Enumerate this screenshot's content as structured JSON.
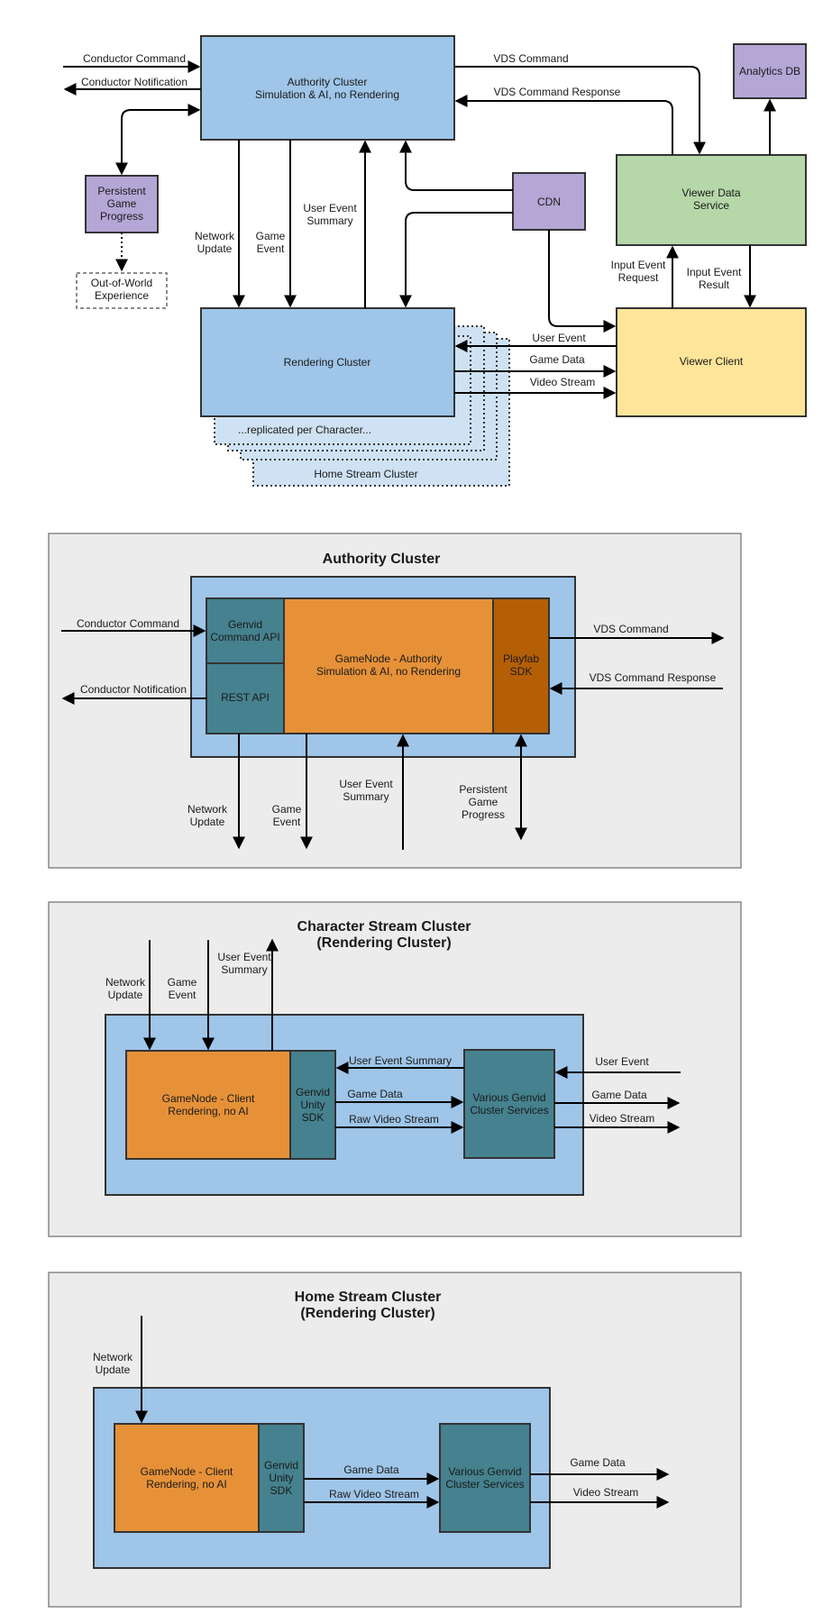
{
  "colors": {
    "cluster_blue": "#9fc5e8",
    "replica_blue": "#cfe2f3",
    "purple": "#b4a7d6",
    "green": "#b6d7a8",
    "yellow": "#ffe599",
    "orange": "#e69138",
    "dark_orange": "#b45f06",
    "teal": "#45818e",
    "panel_gray": "#ececec"
  },
  "overview": {
    "authority_cluster": [
      "Authority Cluster",
      "Simulation & AI, no Rendering"
    ],
    "rendering_cluster": "Rendering Cluster",
    "replicated_label": "...replicated per Character...",
    "home_stream_cluster": "Home Stream Cluster",
    "persistent_progress": [
      "Persistent",
      "Game",
      "Progress"
    ],
    "out_of_world": [
      "Out-of-World",
      "Experience"
    ],
    "cdn": "CDN",
    "analytics_db": "Analytics DB",
    "viewer_data_service": [
      "Viewer Data",
      "Service"
    ],
    "viewer_client": "Viewer Client",
    "conductor_command": "Conductor Command",
    "conductor_notification": "Conductor Notification",
    "vds_command": "VDS Command",
    "vds_command_response": "VDS Command Response",
    "network_update": [
      "Network",
      "Update"
    ],
    "game_event": [
      "Game",
      "Event"
    ],
    "user_event_summary": [
      "User Event",
      "Summary"
    ],
    "input_event_request": [
      "Input Event",
      "Request"
    ],
    "input_event_result": [
      "Input Event",
      "Result"
    ],
    "user_event": "User Event",
    "game_data": "Game Data",
    "video_stream": "Video Stream"
  },
  "authority_panel": {
    "title": "Authority Cluster",
    "genvid_command_api": [
      "Genvid",
      "Command API"
    ],
    "rest_api": "REST API",
    "gamenode": [
      "GameNode - Authority",
      "Simulation & AI, no Rendering"
    ],
    "playfab_sdk": [
      "Playfab",
      "SDK"
    ],
    "conductor_command": "Conductor Command",
    "conductor_notification": "Conductor Notification",
    "vds_command": "VDS Command",
    "vds_command_response": "VDS Command Response",
    "network_update": [
      "Network",
      "Update"
    ],
    "game_event": [
      "Game",
      "Event"
    ],
    "user_event_summary": [
      "User Event",
      "Summary"
    ],
    "persistent_progress": [
      "Persistent",
      "Game",
      "Progress"
    ]
  },
  "character_panel": {
    "title": [
      "Character Stream Cluster",
      "(Rendering Cluster)"
    ],
    "gamenode": [
      "GameNode - Client",
      "Rendering, no AI"
    ],
    "genvid_unity_sdk": [
      "Genvid",
      "Unity",
      "SDK"
    ],
    "cluster_services": [
      "Various Genvid",
      "Cluster Services"
    ],
    "network_update": [
      "Network",
      "Update"
    ],
    "game_event": [
      "Game",
      "Event"
    ],
    "user_event_summary_top": [
      "User Event",
      "Summary"
    ],
    "user_event_summary": "User Event Summary",
    "game_data": "Game Data",
    "raw_video_stream": "Raw Video Stream",
    "user_event": "User Event",
    "game_data_out": "Game Data",
    "video_stream": "Video Stream"
  },
  "home_panel": {
    "title": [
      "Home Stream Cluster",
      "(Rendering Cluster)"
    ],
    "gamenode": [
      "GameNode - Client",
      "Rendering, no AI"
    ],
    "genvid_unity_sdk": [
      "Genvid",
      "Unity",
      "SDK"
    ],
    "cluster_services": [
      "Various Genvid",
      "Cluster Services"
    ],
    "network_update": [
      "Network",
      "Update"
    ],
    "game_data": "Game Data",
    "raw_video_stream": "Raw Video Stream",
    "game_data_out": "Game Data",
    "video_stream": "Video Stream"
  }
}
